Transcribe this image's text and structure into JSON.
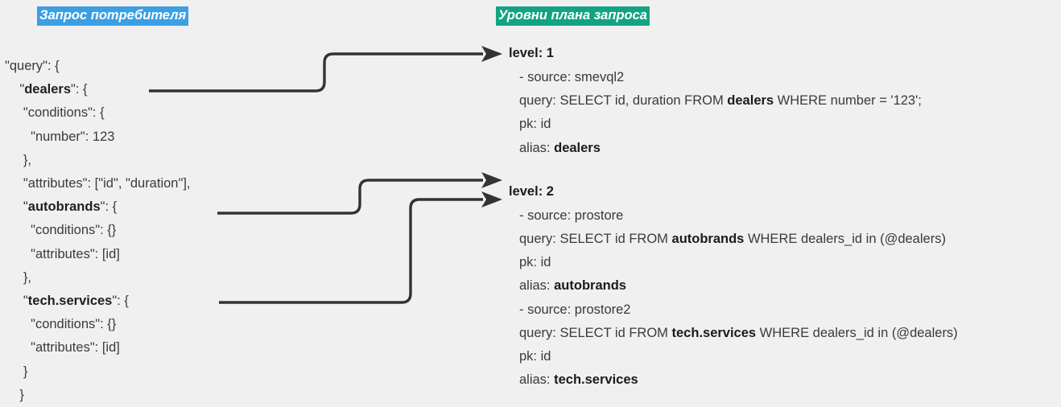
{
  "headers": {
    "left": {
      "label": "Запрос потребителя",
      "color": "#3b9fe3"
    },
    "right": {
      "label": "Уровни плана запроса",
      "color": "#13a383"
    }
  },
  "consumer_query": {
    "lines": [
      {
        "indent": 0,
        "text": "\"query\": {"
      },
      {
        "indent": 1,
        "prefix": "\"",
        "bold": "dealers",
        "suffix": "\": {"
      },
      {
        "indent": 2,
        "text": "\"conditions\": {"
      },
      {
        "indent": 3,
        "text": "\"number\": 123"
      },
      {
        "indent": 2,
        "text": "},"
      },
      {
        "indent": 2,
        "text": "\"attributes\": [\"id\", \"duration\"],"
      },
      {
        "indent": 2,
        "prefix": "\"",
        "bold": "autobrands",
        "suffix": "\": {"
      },
      {
        "indent": 3,
        "text": "\"conditions\": {}"
      },
      {
        "indent": 3,
        "text": "\"attributes\": [id]"
      },
      {
        "indent": 2,
        "text": "},"
      },
      {
        "indent": 2,
        "prefix": "\"",
        "bold": "tech.services",
        "suffix": "\": {"
      },
      {
        "indent": 3,
        "text": "\"conditions\": {}"
      },
      {
        "indent": 3,
        "text": "\"attributes\": [id]"
      },
      {
        "indent": 2,
        "text": "}"
      },
      {
        "indent": 1,
        "text": "}"
      }
    ]
  },
  "plan_levels": [
    {
      "title": "level: 1",
      "sources": [
        {
          "source_label": "- source: smevql2",
          "query_label": "query: ",
          "query_pre": "SELECT id, duration FROM ",
          "query_bold": "dealers",
          "query_post": " WHERE number = '123';",
          "pk_label": "pk: id",
          "alias_label": "alias: ",
          "alias_bold": "dealers"
        }
      ]
    },
    {
      "title": "level: 2",
      "sources": [
        {
          "source_label": "- source: prostore",
          "query_label": "query: ",
          "query_pre": "SELECT id FROM ",
          "query_bold": "autobrands",
          "query_post": " WHERE dealers_id in (@dealers)",
          "pk_label": "pk: id",
          "alias_label": "alias: ",
          "alias_bold": "autobrands"
        },
        {
          "source_label": "- source: prostore2",
          "query_label": "query: ",
          "query_pre": "SELECT id FROM ",
          "query_bold": "tech.services",
          "query_post": " WHERE dealers_id in (@dealers)",
          "pk_label": "pk: id",
          "alias_label": "alias: ",
          "alias_bold": "tech.services"
        }
      ]
    }
  ],
  "connectors": {
    "stroke": "#333333",
    "arrows": [
      {
        "name": "dealers-to-level-1",
        "from": "dealers",
        "to": "level: 1"
      },
      {
        "name": "autobrands-to-level-2",
        "from": "autobrands",
        "to": "level: 2"
      },
      {
        "name": "tech-services-to-level-2",
        "from": "tech.services",
        "to": "level: 2"
      }
    ]
  }
}
